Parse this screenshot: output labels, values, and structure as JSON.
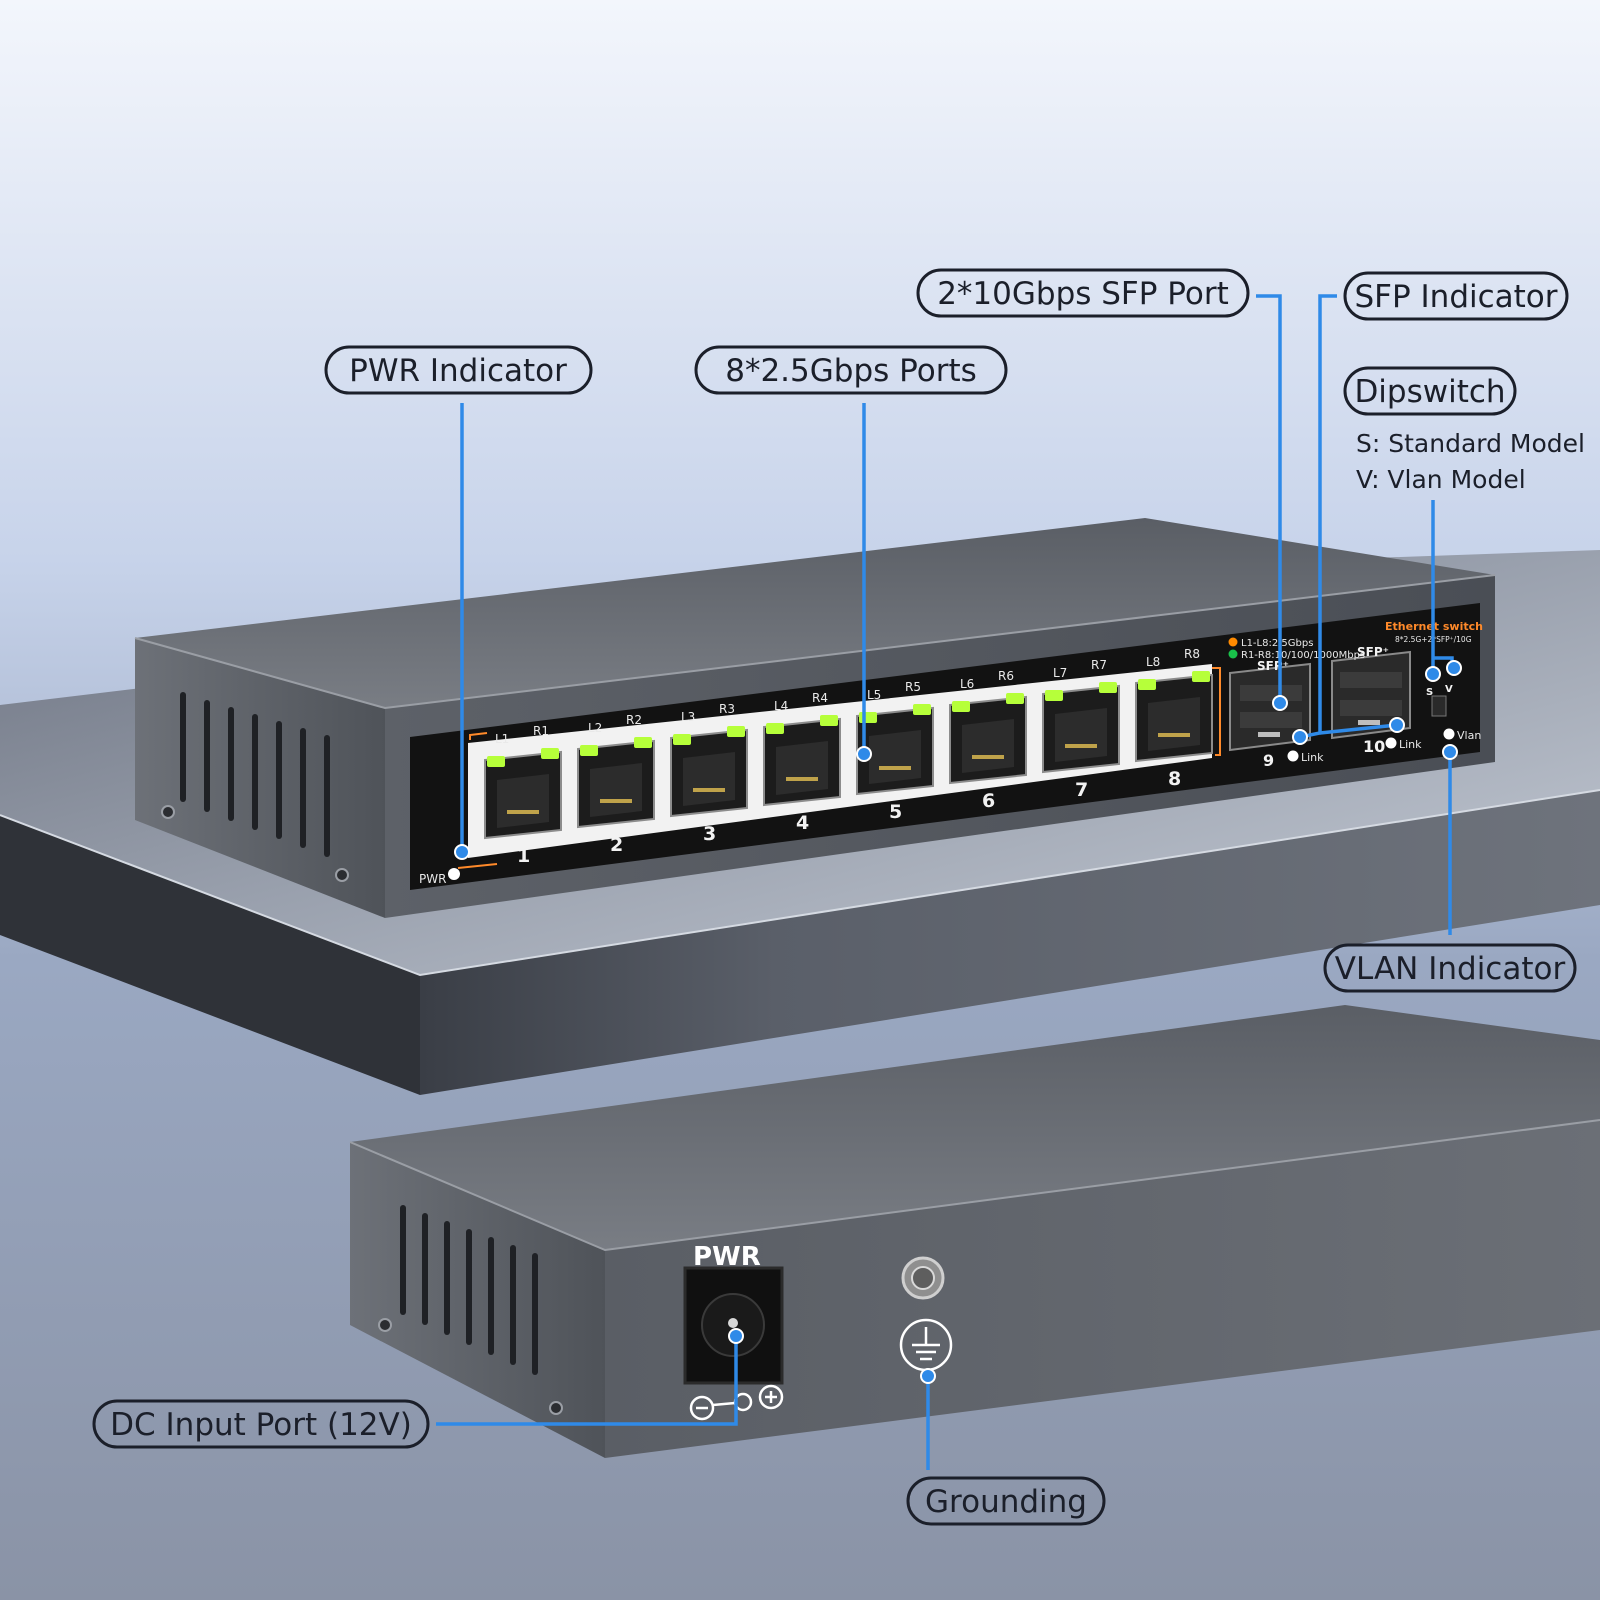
{
  "callouts": {
    "pwr_indicator": "PWR Indicator",
    "ports_25g": "8*2.5Gbps Ports",
    "sfp_port": "2*10Gbps SFP Port",
    "sfp_indicator": "SFP Indicator",
    "dipswitch": "Dipswitch",
    "dipswitch_s": "S: Standard Model",
    "dipswitch_v": "V: Vlan Model",
    "vlan_indicator": "VLAN Indicator",
    "dc_input": "DC Input Port (12V)",
    "grounding": "Grounding"
  },
  "front_panel": {
    "pwr_label": "PWR",
    "brand": "Ethernet switch",
    "spec": "8*2.5G+2*SFP⁺/10G",
    "legend_l": "L1-L8:2.5Gbps",
    "legend_r": "R1-R8:10/100/1000Mbps",
    "sfp_label": "SFP⁺",
    "link_label": "Link",
    "vlan_label": "Vlan",
    "dip_s": "S",
    "dip_v": "V",
    "ports": [
      {
        "number": "1",
        "left_led": "L1",
        "right_led": "R1"
      },
      {
        "number": "2",
        "left_led": "L2",
        "right_led": "R2"
      },
      {
        "number": "3",
        "left_led": "L3",
        "right_led": "R3"
      },
      {
        "number": "4",
        "left_led": "L4",
        "right_led": "R4"
      },
      {
        "number": "5",
        "left_led": "L5",
        "right_led": "R5"
      },
      {
        "number": "6",
        "left_led": "L6",
        "right_led": "R6"
      },
      {
        "number": "7",
        "left_led": "L7",
        "right_led": "R7"
      },
      {
        "number": "8",
        "left_led": "L8",
        "right_led": "R8"
      }
    ],
    "sfp_ports": [
      {
        "number": "9"
      },
      {
        "number": "10"
      }
    ]
  },
  "rear_panel": {
    "pwr_label": "PWR"
  },
  "colors": {
    "lead_line": "#2f8ae8",
    "led_green": "#b6ff3a",
    "legend_orange": "#ff8a00",
    "legend_green": "#19c24a",
    "brand_orange": "#ff8a2a"
  }
}
